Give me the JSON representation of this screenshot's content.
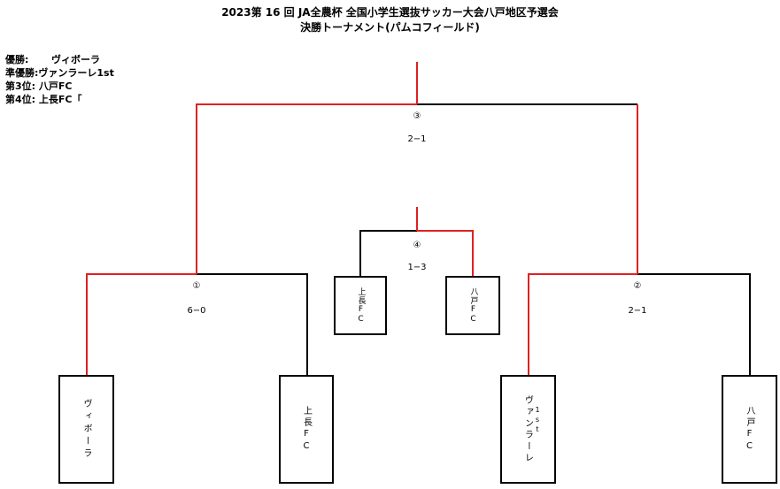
{
  "header": {
    "title": "2023第 16 回 JA全農杯 全国小学生選抜サッカー大会八戸地区予選会",
    "subtitle": "決勝トーナメント(パムコフィールド)"
  },
  "results": [
    {
      "label": "優勝:",
      "team": "ヴィボーラ"
    },
    {
      "label": "準優勝:",
      "team": "ヴァンラーレ1st"
    },
    {
      "label": "第3位:",
      "team": "八戸FC"
    },
    {
      "label": "第4位:",
      "team": "上長FC「"
    }
  ],
  "matches": {
    "m1": {
      "number": "①",
      "score": "6−0"
    },
    "m2": {
      "number": "②",
      "score": "2−1"
    },
    "final": {
      "number": "③",
      "score": "2−1"
    },
    "third_place": {
      "number": "④",
      "score": "1−3"
    }
  },
  "teams": {
    "t1": "ヴィボーラ",
    "t2": "上長FC",
    "t3_line1": "ヴァンラーレ",
    "t3_line2": "1st",
    "t4": "八戸FC",
    "tp1": "上長FC",
    "tp2": "八戸FC"
  },
  "colors": {
    "winner_line": "#e02020",
    "line": "#000000"
  }
}
